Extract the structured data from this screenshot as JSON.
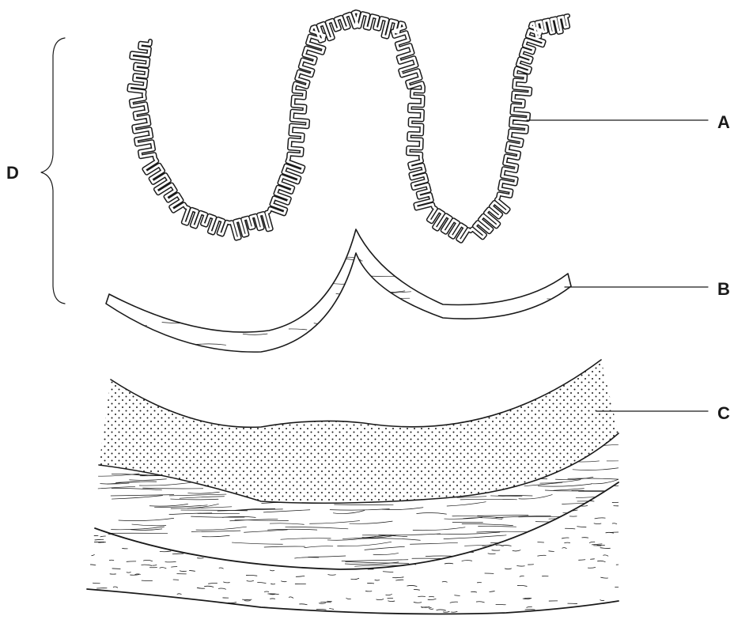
{
  "labels": {
    "A": "A",
    "B": "B",
    "C": "C",
    "D": "D"
  }
}
